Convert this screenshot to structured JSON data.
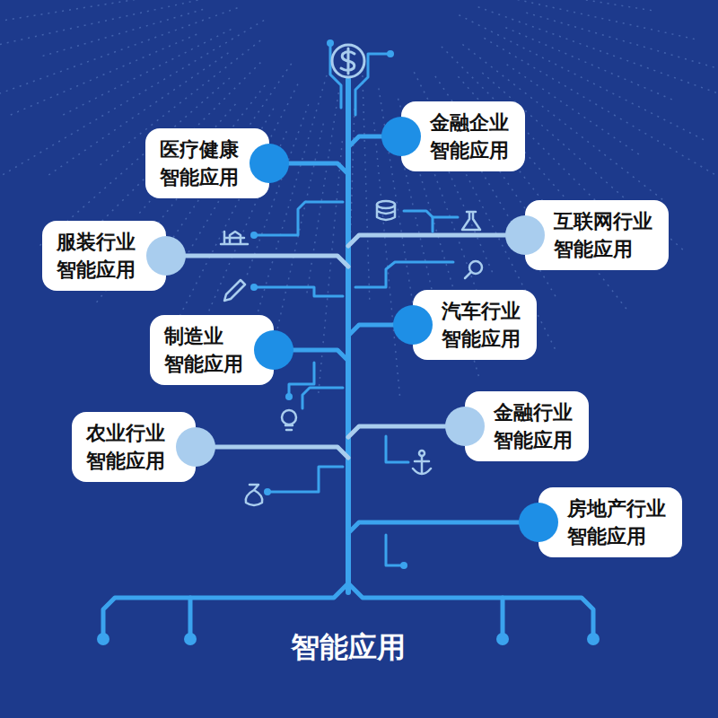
{
  "diagram": {
    "title": "智能应用",
    "nodes": [
      {
        "text": [
          "医疗健康 智能应用"
        ]
      },
      {
        "text": [
          "金融企业 智能应用"
        ]
      },
      {
        "text": [
          "服装行业 智能应用"
        ]
      },
      {
        "text": [
          "互联网行业 智能应用"
        ]
      },
      {
        "text": [
          "制造业 智能应用"
        ]
      },
      {
        "text": [
          "汽车行业 智能应用"
        ]
      },
      {
        "text": [
          "农业行业 智能应用"
        ]
      },
      {
        "text": [
          "金融行业 智能应用"
        ]
      },
      {
        "text": [
          "房地产行业 智能应用"
        ]
      }
    ]
  }
}
